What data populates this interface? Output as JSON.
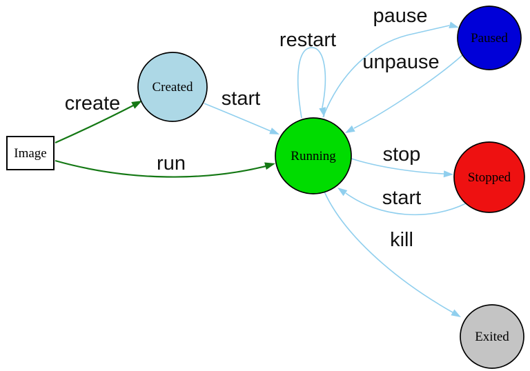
{
  "diagram": {
    "type": "state-diagram",
    "subject": "container-lifecycle",
    "background": "#ffffff",
    "colors": {
      "edge_blue": "#90cfee",
      "edge_green": "#147814",
      "node_stroke": "#000000",
      "label_text": "#111111"
    },
    "nodes": {
      "image": {
        "label": "Image",
        "shape": "rectangle",
        "fill": "#ffffff",
        "stroke": "#2233cc"
      },
      "created": {
        "label": "Created",
        "shape": "circle",
        "fill": "#add8e6",
        "stroke": "#000000"
      },
      "running": {
        "label": "Running",
        "shape": "circle",
        "fill": "#00dc00",
        "stroke": "#000000"
      },
      "paused": {
        "label": "Paused",
        "shape": "circle",
        "fill": "#0000d8",
        "stroke": "#000000"
      },
      "stopped": {
        "label": "Stopped",
        "shape": "circle",
        "fill": "#ee1111",
        "stroke": "#000000"
      },
      "exited": {
        "label": "Exited",
        "shape": "circle",
        "fill": "#c4c4c4",
        "stroke": "#000000"
      }
    },
    "edges": {
      "create": {
        "label": "create",
        "from": "image",
        "to": "created",
        "color": "#147814"
      },
      "run": {
        "label": "run",
        "from": "image",
        "to": "running",
        "color": "#147814"
      },
      "start_from_created": {
        "label": "start",
        "from": "created",
        "to": "running",
        "color": "#90cfee"
      },
      "restart": {
        "label": "restart",
        "from": "running",
        "to": "running",
        "color": "#90cfee"
      },
      "pause": {
        "label": "pause",
        "from": "running",
        "to": "paused",
        "color": "#90cfee"
      },
      "unpause": {
        "label": "unpause",
        "from": "paused",
        "to": "running",
        "color": "#90cfee"
      },
      "stop": {
        "label": "stop",
        "from": "running",
        "to": "stopped",
        "color": "#90cfee"
      },
      "start_from_stopped": {
        "label": "start",
        "from": "stopped",
        "to": "running",
        "color": "#90cfee"
      },
      "kill": {
        "label": "kill",
        "from": "running",
        "to": "exited",
        "color": "#90cfee"
      }
    }
  }
}
